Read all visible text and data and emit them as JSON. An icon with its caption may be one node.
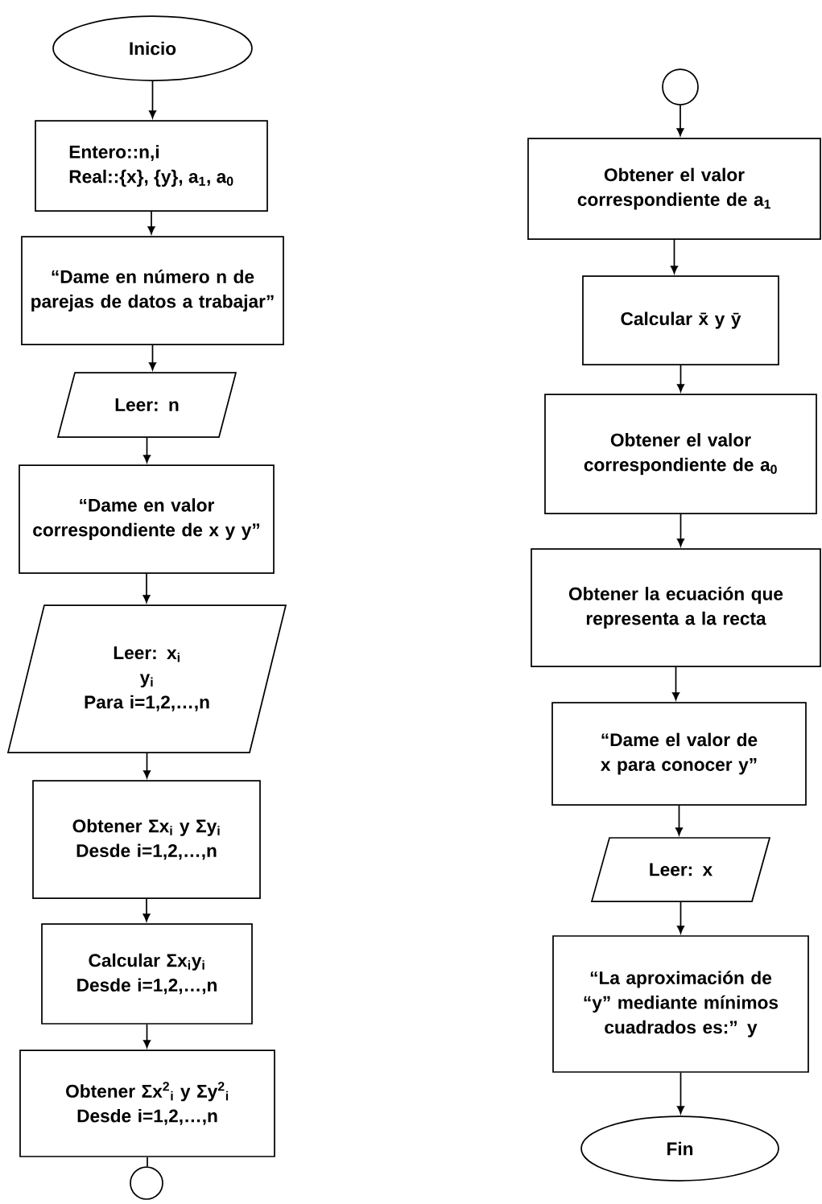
{
  "diagram": {
    "nodes": [
      {
        "text": [
          "Inicio"
        ]
      },
      {
        "text": [
          "Entero::n,i",
          "Real::{x}, {y}, a$_{1}$, a$_{0}$"
        ]
      },
      {
        "text": [
          "“Dame en número n de parejas de datos a trabajar”"
        ]
      },
      {
        "text": [
          "Leer: n"
        ]
      },
      {
        "text": [
          "“Dame en valor correspondiente de x y  y”"
        ]
      },
      {
        "text": [
          "Leer: x$_{i}$",
          "y$_{i}$",
          "Para i=1,2,…,n"
        ]
      },
      {
        "text": [
          "Obtener Σx$_{i}$ y Σy$_{i}$",
          "Desde i=1,2,…,n"
        ]
      },
      {
        "text": [
          "Calcular  Σx$_{i}$y$_{i}$",
          "Desde i=1,2,…,n"
        ]
      },
      {
        "text": [
          "Obtener Σx$^{2}$$_{i}$ y Σy$^{2}$$_{i}$",
          "Desde i=1,2,…,n"
        ]
      },
      {
        "text": [],
        "shape": "circle"
      },
      {
        "text": [],
        "shape": "circle"
      },
      {
        "text": [
          "Obtener el valor correspondiente de a$_{1}$"
        ]
      },
      {
        "text": [
          "Calcular x̄ y ȳ"
        ]
      },
      {
        "text": [
          "Obtener el valor correspondiente de a$_{0}$"
        ]
      },
      {
        "text": [
          "Obtener la ecuación que representa  a la recta"
        ]
      },
      {
        "text": [
          "“Dame el valor de x para conocer y”"
        ]
      },
      {
        "text": [
          "Leer: x"
        ]
      },
      {
        "text": [
          "“La aproximación de “y” mediante mínimos cuadrados es:” y"
        ]
      },
      {
        "text": [
          "Fin"
        ]
      }
    ],
    "edges": [
      {
        "from": 0,
        "to": 1,
        "arrow": "to"
      },
      {
        "from": 1,
        "to": 2,
        "arrow": "to"
      },
      {
        "from": 2,
        "to": 3,
        "arrow": "to"
      },
      {
        "from": 3,
        "to": 4,
        "arrow": "to"
      },
      {
        "from": 4,
        "to": 5,
        "arrow": "to"
      },
      {
        "from": 5,
        "to": 6,
        "arrow": "to"
      },
      {
        "from": 6,
        "to": 7,
        "arrow": "to"
      },
      {
        "from": 7,
        "to": 8,
        "arrow": "to"
      },
      {
        "from": 8,
        "to": 9,
        "arrow": "none"
      },
      {
        "from": 10,
        "to": 11,
        "arrow": "to"
      },
      {
        "from": 11,
        "to": 12,
        "arrow": "to"
      },
      {
        "from": 12,
        "to": 13,
        "arrow": "to"
      },
      {
        "from": 13,
        "to": 14,
        "arrow": "to"
      },
      {
        "from": 14,
        "to": 15,
        "arrow": "to"
      },
      {
        "from": 15,
        "to": 16,
        "arrow": "to"
      },
      {
        "from": 16,
        "to": 17,
        "arrow": "to"
      },
      {
        "from": 17,
        "to": 18,
        "arrow": "to"
      }
    ]
  }
}
